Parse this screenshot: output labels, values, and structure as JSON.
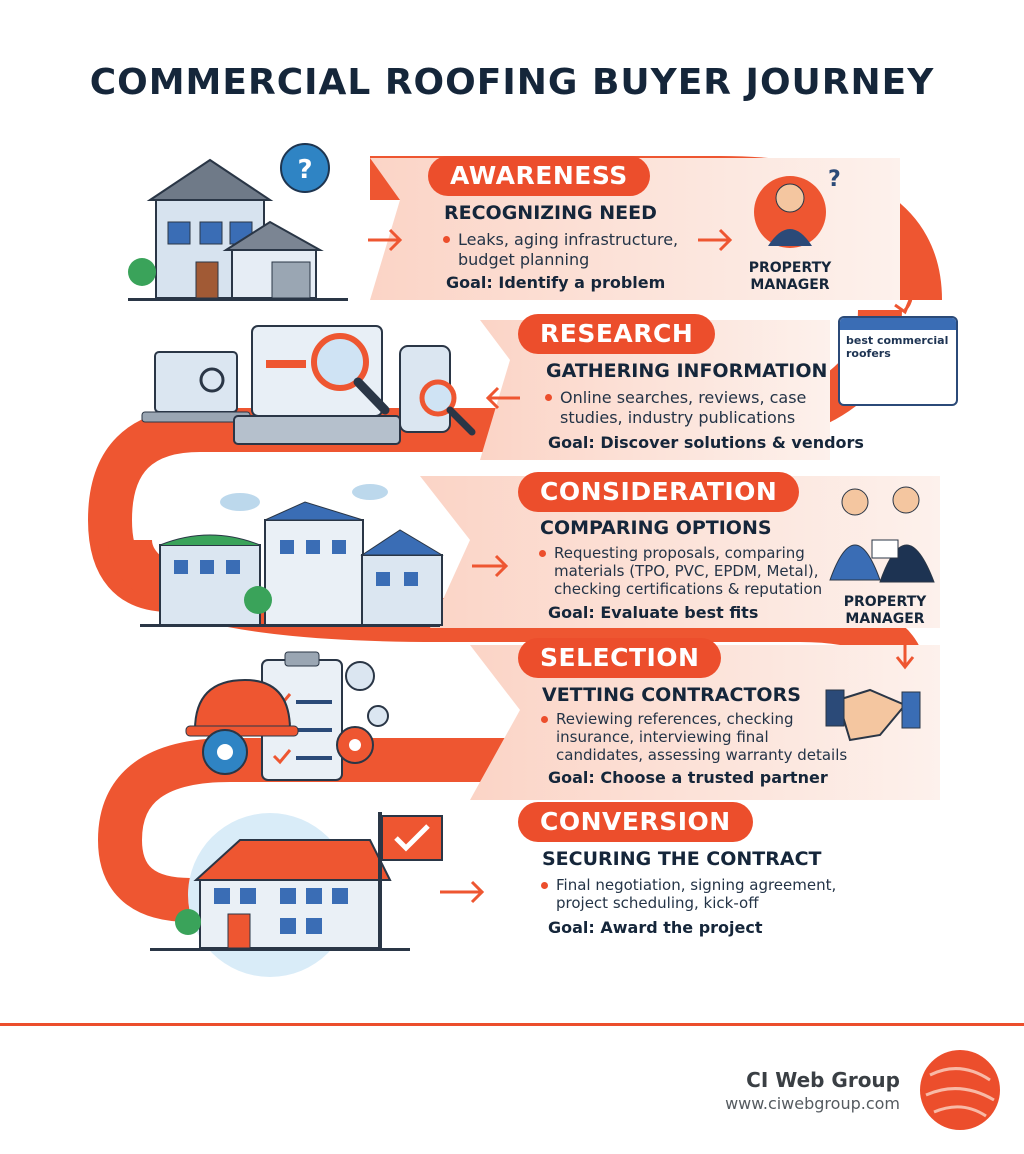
{
  "title": "COMMERCIAL ROOFING BUYER JOURNEY",
  "stages": [
    {
      "stage": "AWARENESS",
      "heading": "RECOGNIZING NEED",
      "detail": "Leaks, aging infrastructure, budget planning",
      "goal": "Goal: Identify a problem"
    },
    {
      "stage": "RESEARCH",
      "heading": "GATHERING INFORMATION",
      "detail": "Online searches, reviews, case studies, industry publications",
      "goal": "Goal: Discover solutions & vendors"
    },
    {
      "stage": "CONSIDERATION",
      "heading": "COMPARING OPTIONS",
      "detail": "Requesting proposals, comparing materials (TPO, PVC, EPDM, Metal), checking certifications & reputation",
      "goal": "Goal: Evaluate best fits"
    },
    {
      "stage": "SELECTION",
      "heading": "VETTING CONTRACTORS",
      "detail": "Reviewing references, checking insurance, interviewing final candidates, assessing warranty details",
      "goal": "Goal: Choose a trusted partner"
    },
    {
      "stage": "CONVERSION",
      "heading": "SECURING THE CONTRACT",
      "detail": "Final negotiation, signing agreement, project scheduling, kick-off",
      "goal": "Goal: Award the project"
    }
  ],
  "roles": {
    "awareness": "PROPERTY MANAGER",
    "consideration": "PROPERTY MANAGER"
  },
  "search_box": {
    "query": "best commercial roofers"
  },
  "footer": {
    "brand": "CI Web Group",
    "url": "www.ciwebgroup.com"
  },
  "colors": {
    "accent": "#ec4e2c",
    "navy": "#15263a",
    "band": "#fbe3da"
  },
  "icons": [
    "question-bubble-icon",
    "house-icon",
    "laptop-search-icon",
    "phone-search-icon",
    "city-buildings-icon",
    "clipboard-checklist-icon",
    "hard-hat-icon",
    "gear-icon",
    "handshake-icon",
    "flag-check-icon",
    "brand-logo-icon",
    "cursor-icon"
  ]
}
